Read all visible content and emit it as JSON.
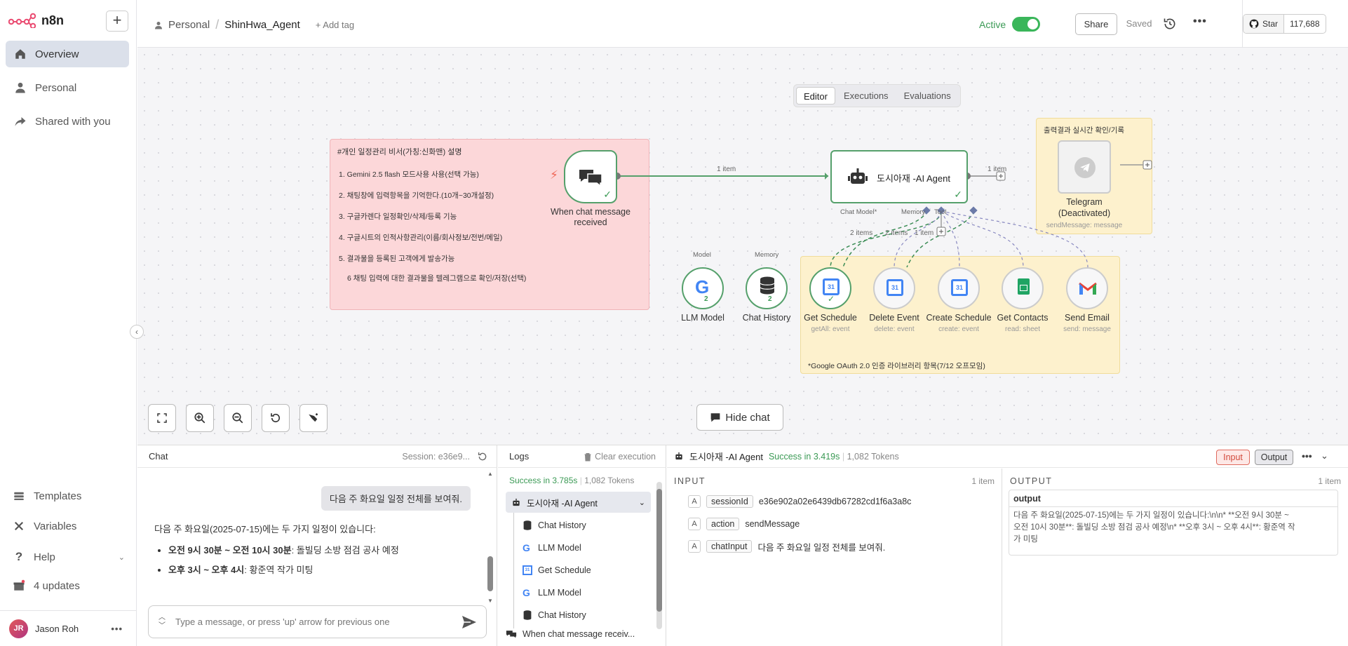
{
  "app": {
    "logo": "n8n",
    "new_button": "+"
  },
  "sidebar": {
    "items": [
      {
        "label": "Overview",
        "icon": "home-icon"
      },
      {
        "label": "Personal",
        "icon": "person-icon"
      },
      {
        "label": "Shared with you",
        "icon": "share-icon"
      }
    ],
    "bottom": [
      {
        "label": "Templates",
        "icon": "templates-icon"
      },
      {
        "label": "Variables",
        "icon": "variables-icon"
      },
      {
        "label": "Help",
        "icon": "help-icon"
      },
      {
        "label": "4 updates",
        "icon": "gift-icon"
      }
    ],
    "user": {
      "initials": "JR",
      "name": "Jason Roh",
      "menu": "•••"
    }
  },
  "header": {
    "project": "Personal",
    "workflow": "ShinHwa_Agent",
    "add_tag": "+ Add tag",
    "active_label": "Active",
    "share": "Share",
    "saved": "Saved",
    "github": {
      "label": "Star",
      "count": "117,688"
    }
  },
  "tabs": [
    "Editor",
    "Executions",
    "Evaluations"
  ],
  "canvas": {
    "note_pink": {
      "title": "#개인 일정관리 비서(가칭:신화맨) 설명",
      "lines": [
        "1. Gemini 2.5 flash 모드사용 사용(선택 가능)",
        "2. 채팅창에 입력항목을 기억한다.(10개~30개설정)",
        "3. 구글카렌다 일정확인/삭제/등록 기능",
        "4. 구글시트의 인적사항관리(이름/회사정보/전번/메일)",
        "5. 결과물을 등록된 고객에게 발송가능",
        "6 채팅 입력에 대한 결과물을 텔레그램으로 확인/저장(선택)"
      ]
    },
    "note_tools": "*Google OAuth 2.0 인증 라이브러리 항목(7/12 오프모임)",
    "note_telegram": "출력결과 실시간 확인/기록",
    "trigger": {
      "label1": "When chat message",
      "label2": "received"
    },
    "agent": {
      "label": "도시아재 -AI Agent"
    },
    "telegram": {
      "label1": "Telegram",
      "label2": "(Deactivated)",
      "sub": "sendMessage: message"
    },
    "handles": {
      "chat_model": "Chat Model*",
      "memory": "Memory",
      "tool": "Tool",
      "model": "Model",
      "memory2": "Memory"
    },
    "edges": {
      "trigger_agent": "1 item",
      "agent_out": "1 item",
      "model": "2 items",
      "memory": "2 items",
      "tool": "1 item"
    },
    "subnodes": [
      {
        "label": "LLM Model",
        "sub": "",
        "badge": "2"
      },
      {
        "label": "Chat History",
        "sub": "",
        "badge": "2"
      },
      {
        "label": "Get Schedule",
        "sub": "getAll: event"
      },
      {
        "label": "Delete Event",
        "sub": "delete: event"
      },
      {
        "label": "Create Schedule",
        "sub": "create: event"
      },
      {
        "label": "Get Contacts",
        "sub": "read: sheet"
      },
      {
        "label": "Send Email",
        "sub": "send: message"
      }
    ],
    "hide_chat": "Hide chat"
  },
  "chat": {
    "title": "Chat",
    "session": "Session: e36e9...",
    "user_message": "다음 주 화요일 일정 전체를 보여줘.",
    "bot_intro": "다음 주 화요일(2025-07-15)에는 두 가지 일정이 있습니다:",
    "bot_items": [
      {
        "bold": "오전 9시 30분 ~ 오전 10시 30분",
        "rest": ": 돌빌딩 소방 점검 공사 예정"
      },
      {
        "bold": "오후 3시 ~ 오후 4시",
        "rest": ": 황준역 작가 미팅"
      }
    ],
    "input_placeholder": "Type a message, or press 'up' arrow for previous one"
  },
  "logs": {
    "title": "Logs",
    "clear": "Clear execution",
    "success": "Success in 3.785s",
    "tokens": "1,082 Tokens",
    "root": "도시아재 -AI Agent",
    "items": [
      {
        "label": "Chat History",
        "icon": "database-icon"
      },
      {
        "label": "LLM Model",
        "icon": "google-icon"
      },
      {
        "label": "Get Schedule",
        "icon": "calendar-icon"
      },
      {
        "label": "LLM Model",
        "icon": "google-icon"
      },
      {
        "label": "Chat History",
        "icon": "database-icon"
      }
    ],
    "last": "When chat message receiv..."
  },
  "detail": {
    "node": "도시아재 -AI Agent",
    "success": "Success in 3.419s",
    "tokens": "1,082 Tokens",
    "input_btn": "Input",
    "output_btn": "Output",
    "input": {
      "heading": "INPUT",
      "count": "1 item",
      "fields": [
        {
          "key": "sessionId",
          "value": "e36e902a02e6439db67282cd1f6a3a8c"
        },
        {
          "key": "action",
          "value": "sendMessage"
        },
        {
          "key": "chatInput",
          "value": "다음 주 화요일 일정 전체를 보여줘."
        }
      ]
    },
    "output": {
      "heading": "OUTPUT",
      "count": "1 item",
      "field": "output",
      "line1": "다음 주 화요일(2025-07-15)에는 두 가지 일정이 있습니다:\\n\\n*   **오전 9시 30분 ~",
      "line2": "오전 10시 30분**: 돌빌딩 소방 점검 공사 예정\\n*   **오후 3시 ~ 오후 4시**: 황준역 작",
      "line3": "가 미팅"
    }
  }
}
